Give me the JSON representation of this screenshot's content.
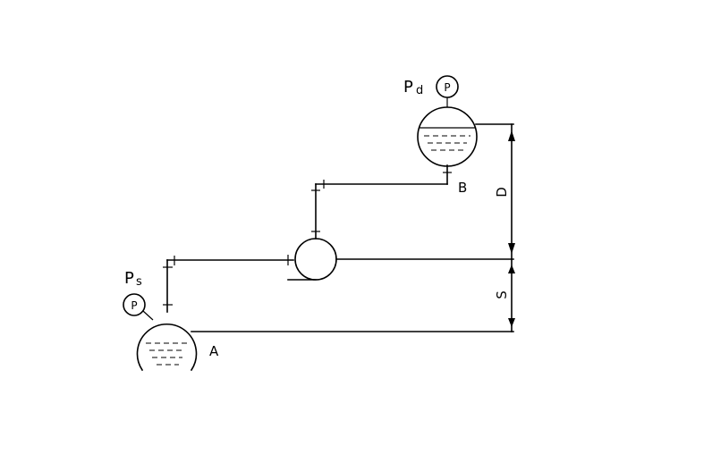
{
  "labels": {
    "suction_pressure_main": "P",
    "suction_pressure_sub": "s",
    "discharge_pressure_main": "P",
    "discharge_pressure_sub": "d",
    "gauge_letter": "P",
    "tank_a": "A",
    "tank_b": "B",
    "dim_discharge": "D",
    "dim_suction": "S"
  }
}
